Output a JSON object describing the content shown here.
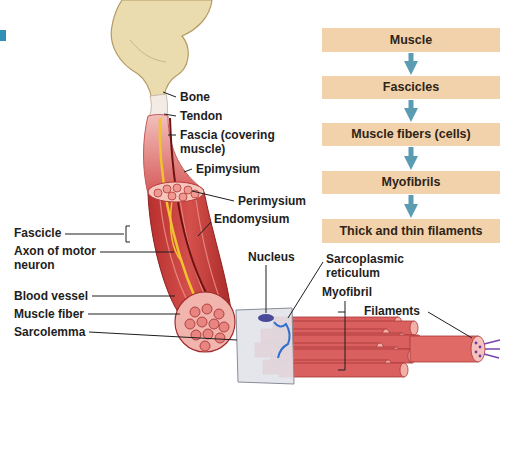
{
  "diagram": {
    "nodes": [
      {
        "text": [
          "Muscle"
        ]
      },
      {
        "text": [
          "Fascicles"
        ]
      },
      {
        "text": [
          "Muscle fibers (cells)"
        ]
      },
      {
        "text": [
          "Myofibrils"
        ]
      },
      {
        "text": [
          "Thick and thin filaments"
        ]
      }
    ],
    "edges": [
      {
        "from": 0,
        "to": 1,
        "arrow": "to"
      },
      {
        "from": 1,
        "to": 2,
        "arrow": "to"
      },
      {
        "from": 2,
        "to": 3,
        "arrow": "to"
      },
      {
        "from": 3,
        "to": 4,
        "arrow": "to"
      }
    ],
    "labels": [
      "Bone",
      "Tendon",
      "Fascia (covering muscle)",
      "Epimysium",
      "Perimysium",
      "Endomysium",
      "Fascicle",
      "Axon of motor neuron",
      "Nucleus",
      "Sarcoplasmic reticulum",
      "Myofibril",
      "Filaments",
      "Blood vessel",
      "Muscle fiber",
      "Sarcolemma"
    ]
  }
}
